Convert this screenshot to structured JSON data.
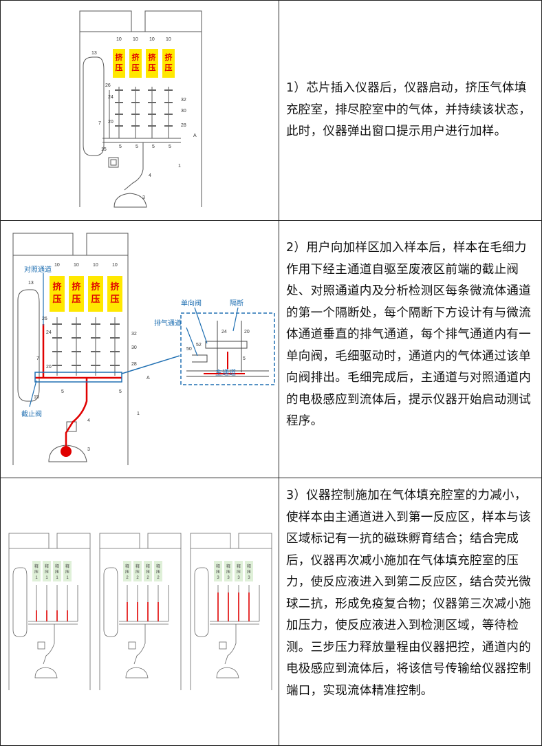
{
  "rows": [
    {
      "text": "1）芯片插入仪器后，仪器启动，挤压气体填充腔室，排尽腔室中的气体，并持续该状态，此时，仪器弹出窗口提示用户进行加样。",
      "figure": {
        "chamber_label": "挤压",
        "refs": [
          "10",
          "13",
          "26",
          "24",
          "32",
          "30",
          "28",
          "20",
          "7",
          "15",
          "5",
          "A",
          "1",
          "4",
          "3"
        ]
      }
    },
    {
      "text": "2）用户向加样区加入样本后，样本在毛细力作用下经主通道自驱至废液区前端的截止阀处、对照通道内及分析检测区每条微流体通道的第一个隔断处，每个隔断下方设计有与微流体通道垂直的排气通道，每个排气通道内有一单向阀，毛细驱动时，通道内的气体通过该单向阀排出。毛细完成后，主通道与对照通道内的电极感应到流体后，提示仪器开始启动测试程序。",
      "figure": {
        "chamber_label": "挤压",
        "callouts": {
          "control_channel": "对照通道",
          "stop_valve": "截止阀",
          "check_valve": "单向阀",
          "partition": "隔断",
          "vent_channel": "排气通道",
          "main_channel": "主通道"
        },
        "inset_refs": [
          "24",
          "20",
          "50",
          "52",
          "5"
        ]
      }
    },
    {
      "text": "3）仪器控制施加在气体填充腔室的力减小，使样本由主通道进入到第一反应区，样本与该区域标记有一抗的磁珠孵育结合；结合完成后，仪器再次减小施加在气体填充腔室的压力，使反应液进入到第二反应区，结合荧光微球二抗，形成免疫复合物；仪器第三次减小施加压力，使反应液进入到检测区域，等待检测。三步压力释放量程由仪器把控，通道内的电极感应到流体后，将该信号传输给仪器控制端口，实现流体精准控制。",
      "figure": {
        "panels": [
          {
            "label": "释压",
            "step": "1"
          },
          {
            "label": "释压",
            "step": "2"
          },
          {
            "label": "释压",
            "step": "3"
          }
        ]
      }
    }
  ]
}
